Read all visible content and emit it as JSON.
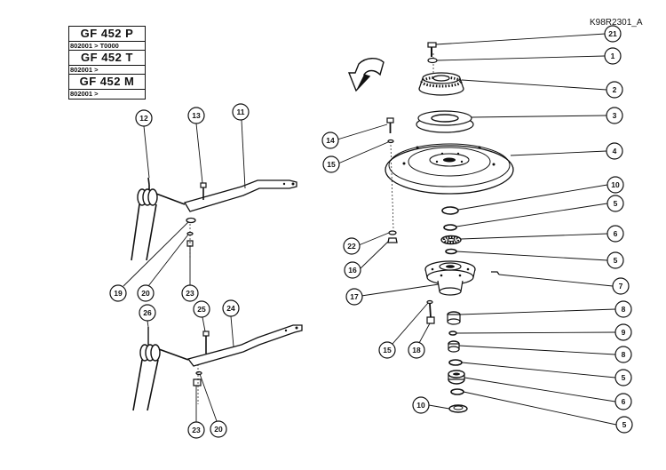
{
  "drawing_ref": "K98R2301_A",
  "models": [
    {
      "name": "GF 452   P",
      "serial": "802001  >  T0000"
    },
    {
      "name": "GF 452   T",
      "serial": "802001  >"
    },
    {
      "name": "GF 452   M",
      "serial": "802001  >"
    }
  ],
  "callouts": {
    "c21": "21",
    "c1": "1",
    "c2": "2",
    "c3": "3",
    "c4": "4",
    "c10a": "10",
    "c5a": "5",
    "c6a": "6",
    "c5b": "5",
    "c7": "7",
    "c8a": "8",
    "c9": "9",
    "c8b": "8",
    "c5c": "5",
    "c6b": "6",
    "c5d": "5",
    "c10b": "10",
    "c14": "14",
    "c15a": "15",
    "c22": "22",
    "c16": "16",
    "c17": "17",
    "c15b": "15",
    "c18": "18",
    "c12": "12",
    "c13": "13",
    "c11": "11",
    "c19": "19",
    "c20a": "20",
    "c23a": "23",
    "c26": "26",
    "c25": "25",
    "c24": "24",
    "c23b": "23",
    "c20b": "20"
  }
}
